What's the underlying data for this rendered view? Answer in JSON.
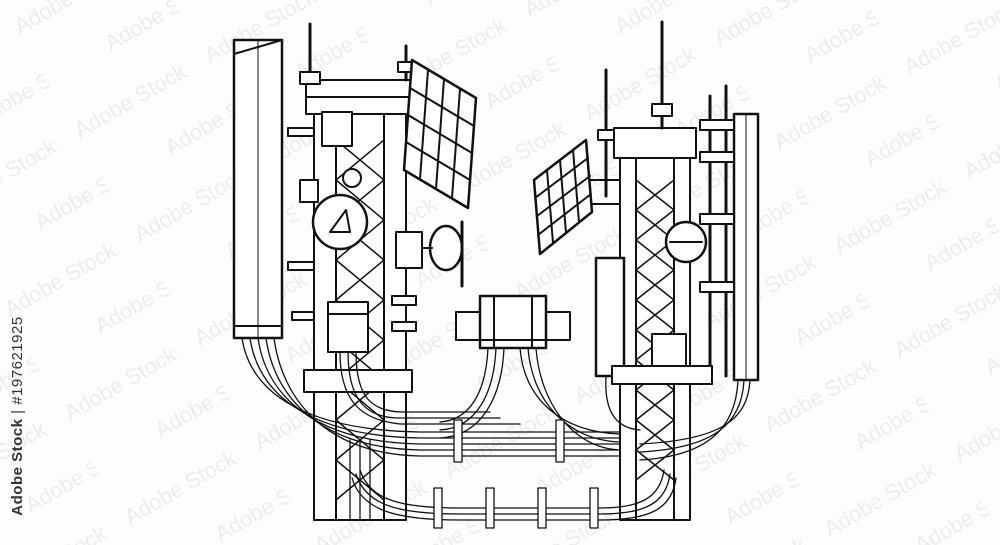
{
  "image": {
    "subject": "Line-art illustration of two telecommunication towers with panel antennas, microwave dishes, solar panels and cable bundles",
    "stroke_color": "#111111",
    "background_color": "#ffffff",
    "watermark_color": "#e9e9e9"
  },
  "side_label": {
    "brand": "Adobe Stock",
    "separator": " | ",
    "id": "#197621925"
  },
  "watermark": {
    "text": "Adobe Stock"
  }
}
